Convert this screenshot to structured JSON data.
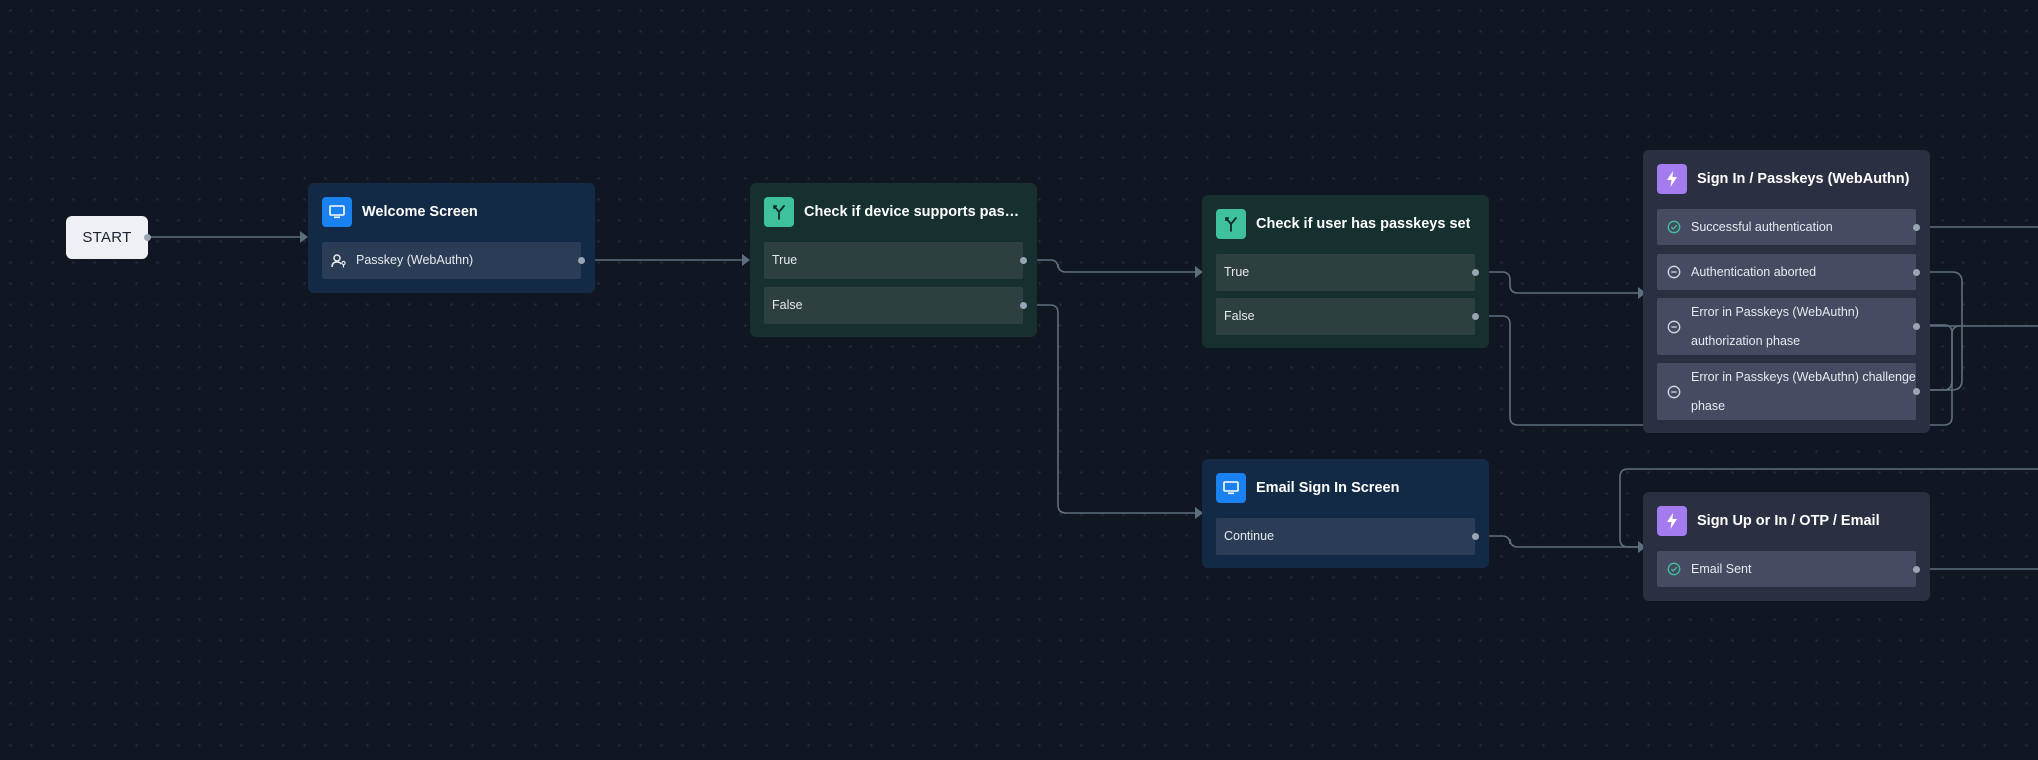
{
  "start": {
    "label": "START"
  },
  "nodes": {
    "welcome": {
      "title": "Welcome Screen",
      "icon": "monitor-icon",
      "outputs": [
        {
          "label": "Passkey (WebAuthn)",
          "icon": "user-key-icon"
        }
      ]
    },
    "device_check": {
      "title": "Check if device supports passke...",
      "icon": "branch-icon",
      "outputs": [
        {
          "label": "True"
        },
        {
          "label": "False"
        }
      ]
    },
    "user_check": {
      "title": "Check if user has passkeys set",
      "icon": "branch-icon",
      "outputs": [
        {
          "label": "True"
        },
        {
          "label": "False"
        }
      ]
    },
    "email_screen": {
      "title": "Email Sign In Screen",
      "icon": "monitor-icon",
      "outputs": [
        {
          "label": "Continue"
        }
      ]
    },
    "passkey_action": {
      "title": "Sign In / Passkeys (WebAuthn)",
      "icon": "lightning-icon",
      "outputs": [
        {
          "label": "Successful authentication",
          "icon": "check-circle-icon"
        },
        {
          "label": "Authentication aborted",
          "icon": "minus-circle-icon"
        },
        {
          "label_line1": "Error in Passkeys (WebAuthn)",
          "label_line2": "authorization phase",
          "icon": "minus-circle-icon"
        },
        {
          "label_line1": "Error in Passkeys (WebAuthn) challenge",
          "label_line2": "phase",
          "icon": "minus-circle-icon"
        }
      ]
    },
    "otp_action": {
      "title": "Sign Up or In / OTP / Email",
      "icon": "lightning-icon",
      "outputs": [
        {
          "label": "Email Sent",
          "icon": "check-circle-icon"
        }
      ]
    }
  },
  "colors": {
    "canvas": "#111722",
    "edge": "#5d6e7e",
    "screen_node": "#132a46",
    "condition_node": "#15302f",
    "action_node": "#2b2f42",
    "screen_icon": "#1a82f0",
    "condition_icon": "#3fc29b",
    "action_icon": "#a57bf0",
    "success": "#3fc29b"
  }
}
